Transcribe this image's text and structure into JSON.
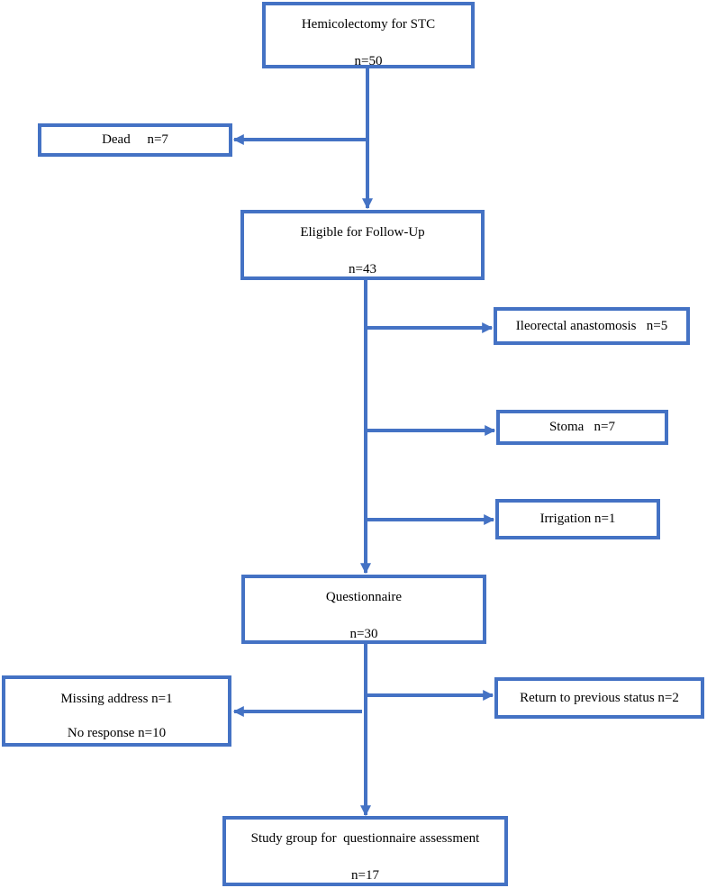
{
  "nodes": {
    "hemicolectomy": {
      "title": "Hemicolectomy for STC",
      "count": "n=50"
    },
    "dead": {
      "label": "Dead     n=7"
    },
    "eligible": {
      "title": "Eligible for Follow-Up",
      "count": "n=43"
    },
    "ileorectal": {
      "label": "Ileorectal anastomosis   n=5"
    },
    "stoma": {
      "label": "Stoma   n=7"
    },
    "irrigation": {
      "label": "Irrigation n=1"
    },
    "questionnaire": {
      "title": "Questionnaire",
      "count": "n=30"
    },
    "missing": {
      "line1": "Missing address n=1",
      "line2": "No response n=10"
    },
    "return": {
      "label": "Return to previous status n=2"
    },
    "study": {
      "title": "Study group for  questionnaire assessment",
      "count": "n=17"
    }
  },
  "colors": {
    "stroke": "#4472c4",
    "text": "#000000",
    "background": "#ffffff"
  }
}
